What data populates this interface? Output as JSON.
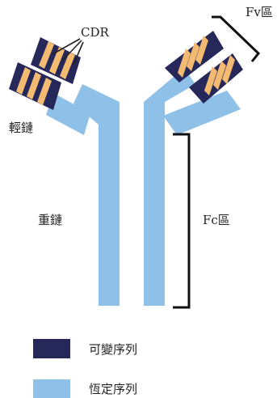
{
  "colors": {
    "constant": "#8ec0e8",
    "variable": "#27285a",
    "cdr": "#f3ba72",
    "bracket": "#111111",
    "text": "#222222"
  },
  "labels": {
    "cdr": "CDR",
    "light_chain": "輕鏈",
    "heavy_chain": "重鏈",
    "fv_region": "Fv區",
    "fc_region": "Fc區"
  },
  "legend": [
    {
      "key": "variable",
      "label": "可變序列"
    },
    {
      "key": "constant",
      "label": "恆定序列"
    }
  ]
}
